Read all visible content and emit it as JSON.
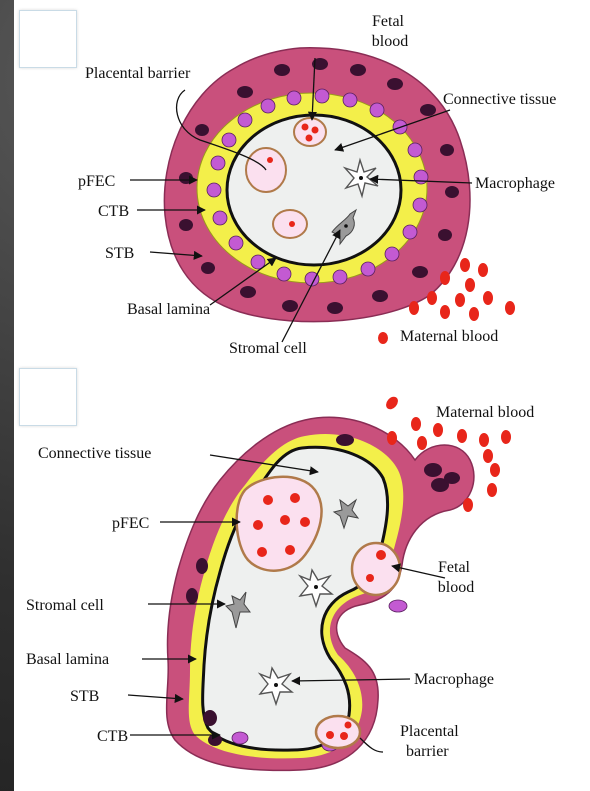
{
  "panel_a": {
    "labels": {
      "fetal_blood_1": "Fetal",
      "fetal_blood_2": "blood",
      "placental_barrier": "Placental barrier",
      "connective_tissue": "Connective tissue",
      "pfec": "pFEC",
      "macrophage": "Macrophage",
      "ctb": "CTB",
      "stb": "STB",
      "basal_lamina": "Basal lamina",
      "stromal_cell": "Stromal cell",
      "maternal_blood": "Maternal blood"
    }
  },
  "panel_b": {
    "labels": {
      "maternal_blood": "Maternal blood",
      "connective_tissue": "Connective tissue",
      "pfec": "pFEC",
      "fetal_blood_1": "Fetal",
      "fetal_blood_2": "blood",
      "stromal_cell": "Stromal cell",
      "basal_lamina": "Basal lamina",
      "macrophage": "Macrophage",
      "stb": "STB",
      "ctb": "CTB",
      "placental_barrier_1": "Placental",
      "placental_barrier_2": "barrier"
    }
  },
  "colors": {
    "stb": "#c9507c",
    "stb_nucleus": "#3a1030",
    "ctb": "#f3ef4a",
    "ctb_nucleus": "#c35ad2",
    "stroma": "#eef0ef",
    "maternal_rbc": "#e8261a",
    "fetal_vessel": "#fbe0ef",
    "basal_lamina": "#111111"
  }
}
